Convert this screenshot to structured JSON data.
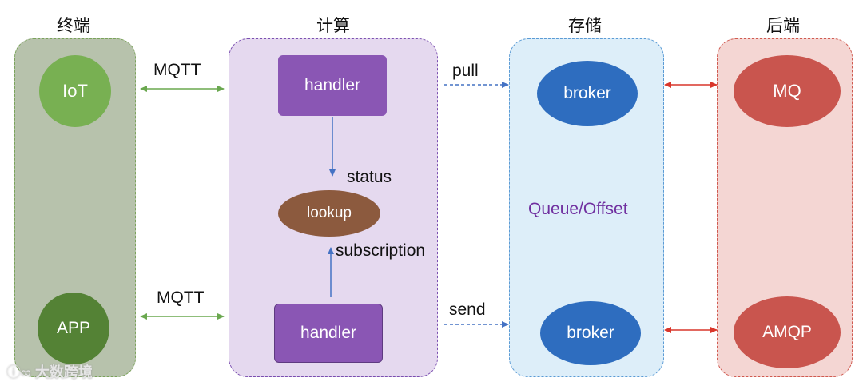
{
  "columns": {
    "terminal": {
      "title": "终端",
      "nodes": {
        "iot": "IoT",
        "app": "APP"
      }
    },
    "compute": {
      "title": "计算",
      "nodes": {
        "handler_top": "handler",
        "lookup": "lookup",
        "handler_bottom": "handler"
      }
    },
    "storage": {
      "title": "存储",
      "nodes": {
        "broker_top": "broker",
        "broker_bottom": "broker"
      },
      "center_label": "Queue/Offset"
    },
    "backend": {
      "title": "后端",
      "nodes": {
        "mq": "MQ",
        "amqp": "AMQP"
      }
    }
  },
  "edge_labels": {
    "mqtt_top": "MQTT",
    "mqtt_bottom": "MQTT",
    "pull": "pull",
    "send": "send",
    "status": "status",
    "subscription": "subscription"
  },
  "watermark": "大数跨境",
  "colors": {
    "terminal_panel": "#b7c2ac",
    "terminal_border": "#7aa35a",
    "iot": "#78b052",
    "app": "#548235",
    "compute_panel": "#e5d9ef",
    "compute_border": "#7a4fb0",
    "handler": "#8a56b4",
    "lookup": "#8c5a3e",
    "storage_panel": "#ddeef9",
    "storage_border": "#5b9bd5",
    "broker": "#2e6dbf",
    "storage_text": "#7030a0",
    "backend_panel": "#f4d6d3",
    "backend_border": "#d05a50",
    "backend_node": "#c9554e"
  }
}
